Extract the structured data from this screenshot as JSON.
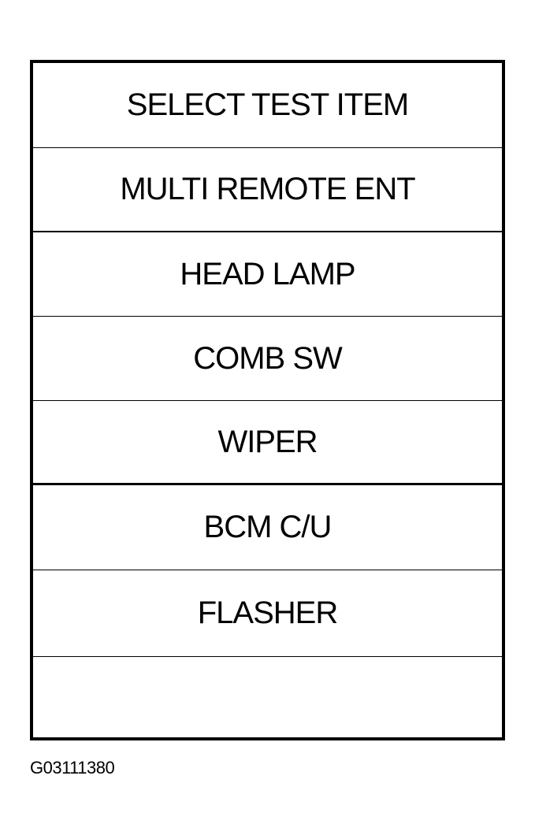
{
  "menu": {
    "title": "SELECT TEST ITEM",
    "items": [
      {
        "label": "MULTI REMOTE ENT"
      },
      {
        "label": "HEAD LAMP"
      },
      {
        "label": "COMB SW"
      },
      {
        "label": "WIPER"
      },
      {
        "label": "BCM C/U"
      },
      {
        "label": "FLASHER"
      },
      {
        "label": ""
      }
    ]
  },
  "figure_code": "G03111380"
}
